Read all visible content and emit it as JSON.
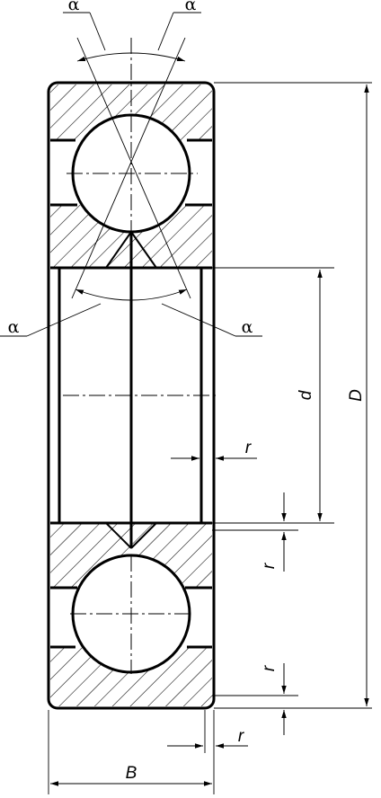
{
  "labels": {
    "alpha": "α",
    "D": "D",
    "d": "d",
    "r": "r",
    "B": "B"
  }
}
